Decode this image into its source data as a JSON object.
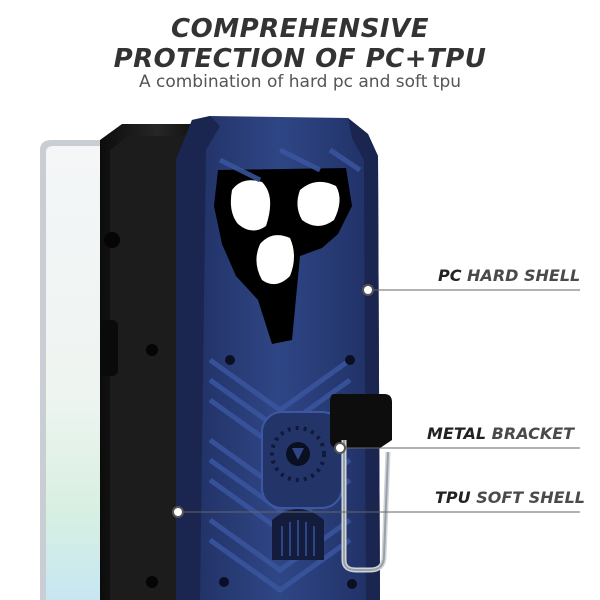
{
  "title_line1": "COMPREHENSIVE",
  "title_line2": "PROTECTION OF PC+TPU",
  "subtitle": "A combination of hard pc and soft tpu",
  "callouts": {
    "pc": {
      "a": "PC",
      "b": " HARD SHELL"
    },
    "metal": {
      "a": "METAL",
      "b": " BRACKET"
    },
    "tpu": {
      "a": "TPU",
      "b": " SOFT SHELL"
    }
  },
  "colors": {
    "case_blue": "#2a3c78",
    "case_black": "#141414",
    "text": "#333333"
  }
}
